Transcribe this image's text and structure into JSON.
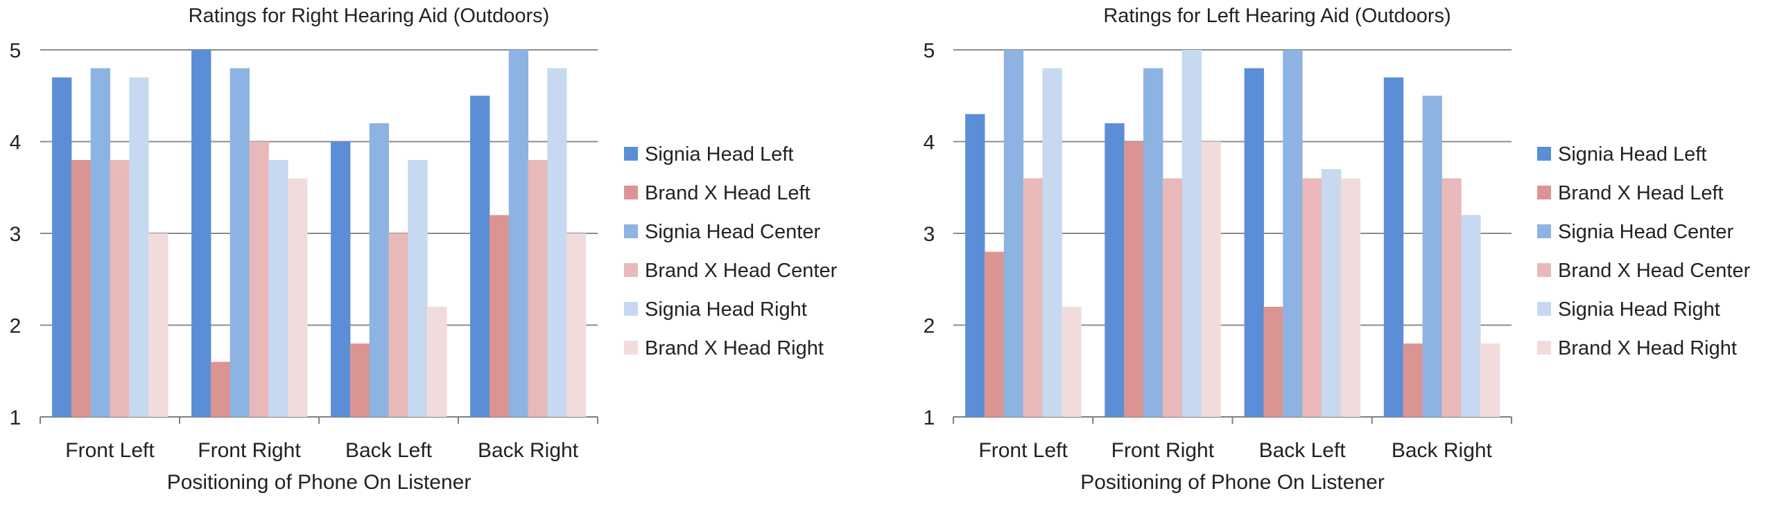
{
  "chart_data": [
    {
      "type": "bar",
      "title": "Ratings for Right Hearing Aid (Outdoors)",
      "xlabel": "Positioning of Phone On Listener",
      "ylabel": "",
      "ylim": [
        1,
        5
      ],
      "yticks": [
        "1",
        "2",
        "3",
        "4",
        "5"
      ],
      "grid": true,
      "legend_position": "right",
      "categories": [
        "Front Left",
        "Front Right",
        "Back Left",
        "Back Right"
      ],
      "series": [
        {
          "name": "Signia Head Left",
          "color": "#5B8ED6",
          "values": [
            4.7,
            5.0,
            4.0,
            4.5
          ]
        },
        {
          "name": "Brand X Head Left",
          "color": "#DA9593",
          "values": [
            3.8,
            1.6,
            1.8,
            3.2
          ]
        },
        {
          "name": "Signia Head Center",
          "color": "#8DB3E2",
          "values": [
            4.8,
            4.8,
            4.2,
            5.0
          ]
        },
        {
          "name": "Brand X Head Center",
          "color": "#E8B9B8",
          "values": [
            3.8,
            4.0,
            3.0,
            3.8
          ]
        },
        {
          "name": "Signia Head Right",
          "color": "#C6D9F1",
          "values": [
            4.7,
            3.8,
            3.8,
            4.8
          ]
        },
        {
          "name": "Brand X Head Right",
          "color": "#F2DCDB",
          "values": [
            3.0,
            3.6,
            2.2,
            3.0
          ]
        }
      ]
    },
    {
      "type": "bar",
      "title": "Ratings for Left Hearing Aid (Outdoors)",
      "xlabel": "Positioning of Phone On Listener",
      "ylabel": "",
      "ylim": [
        1,
        5
      ],
      "yticks": [
        "1",
        "2",
        "3",
        "4",
        "5"
      ],
      "grid": true,
      "legend_position": "right",
      "categories": [
        "Front Left",
        "Front Right",
        "Back Left",
        "Back Right"
      ],
      "series": [
        {
          "name": "Signia Head Left",
          "color": "#5B8ED6",
          "values": [
            4.3,
            4.2,
            4.8,
            4.7
          ]
        },
        {
          "name": "Brand X Head Left",
          "color": "#DA9593",
          "values": [
            2.8,
            4.0,
            2.2,
            1.8
          ]
        },
        {
          "name": "Signia Head Center",
          "color": "#8DB3E2",
          "values": [
            5.0,
            4.8,
            5.0,
            4.5
          ]
        },
        {
          "name": "Brand X Head Center",
          "color": "#E8B9B8",
          "values": [
            3.6,
            3.6,
            3.6,
            3.6
          ]
        },
        {
          "name": "Signia Head Right",
          "color": "#C6D9F1",
          "values": [
            4.8,
            5.0,
            3.7,
            3.2
          ]
        },
        {
          "name": "Brand X Head Right",
          "color": "#F2DCDB",
          "values": [
            2.2,
            4.0,
            3.6,
            1.8
          ]
        }
      ]
    }
  ]
}
